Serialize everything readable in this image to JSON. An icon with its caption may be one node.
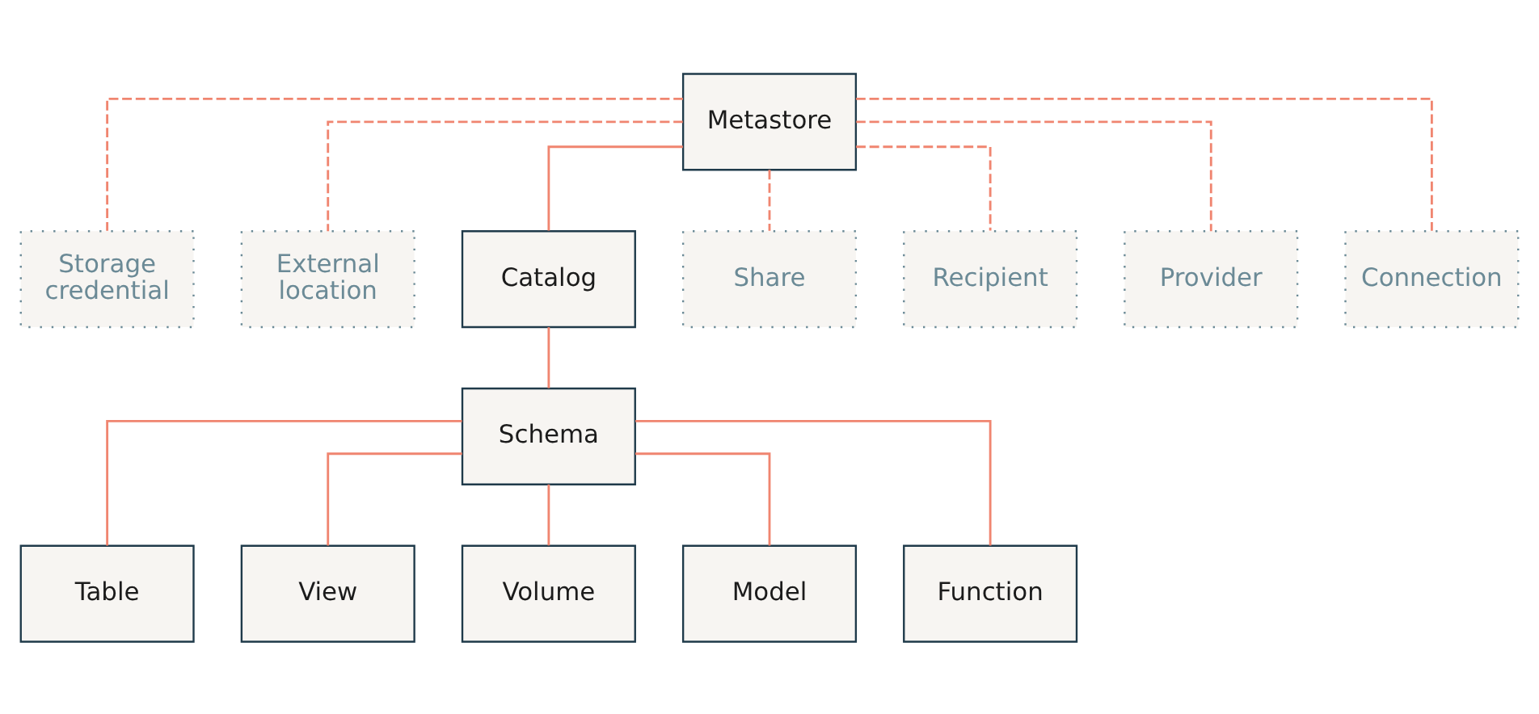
{
  "diagram": {
    "nodes": [
      {
        "text": [
          "Metastore"
        ]
      },
      {
        "text": [
          "Storage credential"
        ]
      },
      {
        "text": [
          "External location"
        ]
      },
      {
        "text": [
          "Catalog"
        ]
      },
      {
        "text": [
          "Share"
        ]
      },
      {
        "text": [
          "Recipient"
        ]
      },
      {
        "text": [
          "Provider"
        ]
      },
      {
        "text": [
          "Connection"
        ]
      },
      {
        "text": [
          "Schema"
        ]
      },
      {
        "text": [
          "Table"
        ]
      },
      {
        "text": [
          "View"
        ]
      },
      {
        "text": [
          "Volume"
        ]
      },
      {
        "text": [
          "Model"
        ]
      },
      {
        "text": [
          "Function"
        ]
      }
    ],
    "edges": [
      {
        "from": 0,
        "to": 1,
        "arrow": "none",
        "style": "dashed"
      },
      {
        "from": 0,
        "to": 2,
        "arrow": "none",
        "style": "dashed"
      },
      {
        "from": 0,
        "to": 3,
        "arrow": "none"
      },
      {
        "from": 0,
        "to": 4,
        "arrow": "none",
        "style": "dashed"
      },
      {
        "from": 0,
        "to": 5,
        "arrow": "none",
        "style": "dashed"
      },
      {
        "from": 0,
        "to": 6,
        "arrow": "none",
        "style": "dashed"
      },
      {
        "from": 0,
        "to": 7,
        "arrow": "none",
        "style": "dashed"
      },
      {
        "from": 3,
        "to": 8,
        "arrow": "none"
      },
      {
        "from": 8,
        "to": 9,
        "arrow": "none"
      },
      {
        "from": 8,
        "to": 10,
        "arrow": "none"
      },
      {
        "from": 8,
        "to": 11,
        "arrow": "none"
      },
      {
        "from": 8,
        "to": 12,
        "arrow": "none"
      },
      {
        "from": 8,
        "to": 13,
        "arrow": "none"
      }
    ]
  }
}
